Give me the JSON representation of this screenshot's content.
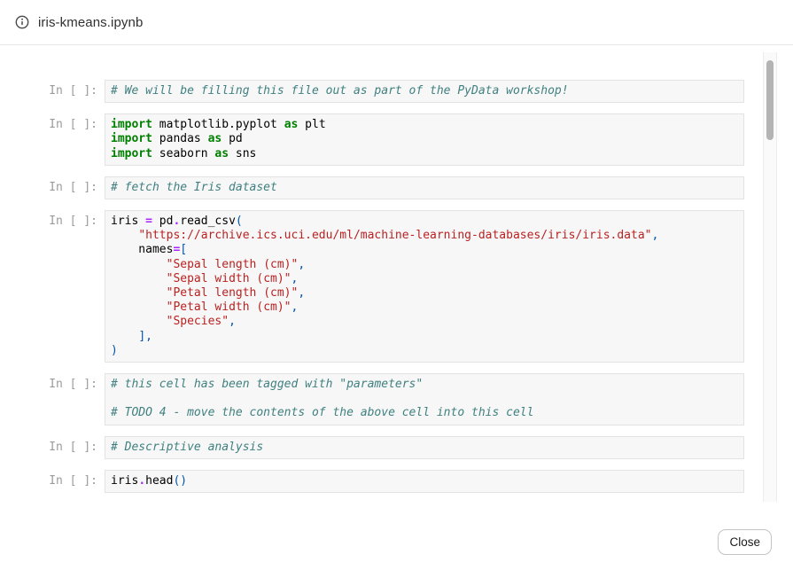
{
  "header": {
    "title": "iris-kmeans.ipynb",
    "icon": "info-icon"
  },
  "notebook": {
    "prompt": "In [ ]:",
    "cells": [
      {
        "lines": [
          [
            [
              "# We will be filling this file out as part of the PyData workshop!",
              "com"
            ]
          ]
        ]
      },
      {
        "lines": [
          [
            [
              "import",
              "kw"
            ],
            [
              " matplotlib.pyplot ",
              "pl"
            ],
            [
              "as",
              "kw"
            ],
            [
              " plt",
              "pl"
            ]
          ],
          [
            [
              "import",
              "kw"
            ],
            [
              " pandas ",
              "pl"
            ],
            [
              "as",
              "kw"
            ],
            [
              " pd",
              "pl"
            ]
          ],
          [
            [
              "import",
              "kw"
            ],
            [
              " seaborn ",
              "pl"
            ],
            [
              "as",
              "kw"
            ],
            [
              " sns",
              "pl"
            ]
          ]
        ]
      },
      {
        "lines": [
          [
            [
              "# fetch the Iris dataset",
              "com"
            ]
          ]
        ]
      },
      {
        "lines": [
          [
            [
              "iris ",
              "pl"
            ],
            [
              "=",
              "op"
            ],
            [
              " pd",
              "pl"
            ],
            [
              ".",
              "op"
            ],
            [
              "read_csv",
              "pl"
            ],
            [
              "(",
              "pu"
            ]
          ],
          [
            [
              "    ",
              "pl"
            ],
            [
              "\"https://archive.ics.uci.edu/ml/machine-learning-databases/iris/iris.data\"",
              "str"
            ],
            [
              ",",
              "pu"
            ]
          ],
          [
            [
              "    names",
              "pl"
            ],
            [
              "=",
              "op"
            ],
            [
              "[",
              "pu"
            ]
          ],
          [
            [
              "        ",
              "pl"
            ],
            [
              "\"Sepal length (cm)\"",
              "str"
            ],
            [
              ",",
              "pu"
            ]
          ],
          [
            [
              "        ",
              "pl"
            ],
            [
              "\"Sepal width (cm)\"",
              "str"
            ],
            [
              ",",
              "pu"
            ]
          ],
          [
            [
              "        ",
              "pl"
            ],
            [
              "\"Petal length (cm)\"",
              "str"
            ],
            [
              ",",
              "pu"
            ]
          ],
          [
            [
              "        ",
              "pl"
            ],
            [
              "\"Petal width (cm)\"",
              "str"
            ],
            [
              ",",
              "pu"
            ]
          ],
          [
            [
              "        ",
              "pl"
            ],
            [
              "\"Species\"",
              "str"
            ],
            [
              ",",
              "pu"
            ]
          ],
          [
            [
              "    ",
              "pl"
            ],
            [
              "]",
              "pu"
            ],
            [
              ",",
              "pu"
            ]
          ],
          [
            [
              ")",
              "pu"
            ]
          ]
        ]
      },
      {
        "lines": [
          [
            [
              "# this cell has been tagged with \"parameters\"",
              "com"
            ]
          ],
          [],
          [
            [
              "# TODO 4 - move the contents of the above cell into this cell",
              "com"
            ]
          ]
        ]
      },
      {
        "lines": [
          [
            [
              "# Descriptive analysis",
              "com"
            ]
          ]
        ]
      },
      {
        "lines": [
          [
            [
              "iris",
              "pl"
            ],
            [
              ".",
              "op"
            ],
            [
              "head",
              "pl"
            ],
            [
              "()",
              "pu"
            ]
          ]
        ]
      }
    ]
  },
  "footer": {
    "close_label": "Close"
  },
  "colors": {
    "keyword": "#008000",
    "comment": "#408080",
    "string": "#BA2121",
    "operator": "#AA22FF",
    "punctuation": "#0055AA",
    "cell_bg": "#f7f7f7",
    "cell_border": "#e3e3e3"
  }
}
